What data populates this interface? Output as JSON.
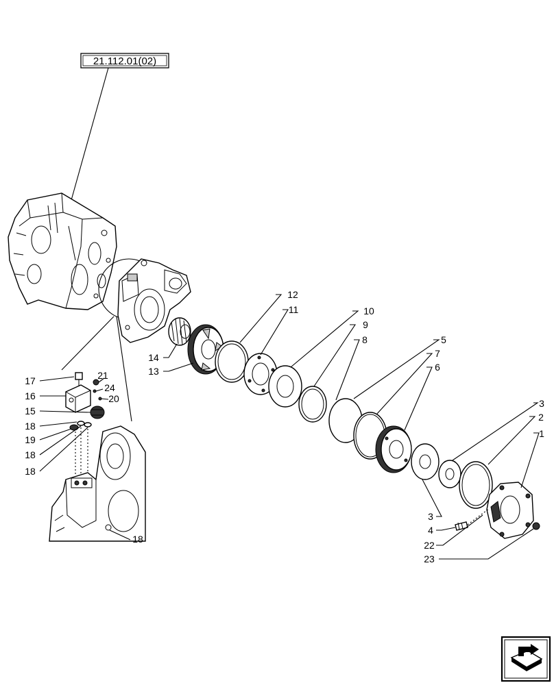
{
  "reference_label": "21.112.01(02)",
  "callouts": [
    {
      "id": "c1",
      "text": "1"
    },
    {
      "id": "c2",
      "text": "2"
    },
    {
      "id": "c3a",
      "text": "3"
    },
    {
      "id": "c3b",
      "text": "3"
    },
    {
      "id": "c4",
      "text": "4"
    },
    {
      "id": "c5",
      "text": "5"
    },
    {
      "id": "c6",
      "text": "6"
    },
    {
      "id": "c7",
      "text": "7"
    },
    {
      "id": "c8",
      "text": "8"
    },
    {
      "id": "c9",
      "text": "9"
    },
    {
      "id": "c10",
      "text": "10"
    },
    {
      "id": "c11",
      "text": "11"
    },
    {
      "id": "c12",
      "text": "12"
    },
    {
      "id": "c13",
      "text": "13"
    },
    {
      "id": "c14",
      "text": "14"
    },
    {
      "id": "c15",
      "text": "15"
    },
    {
      "id": "c16",
      "text": "16"
    },
    {
      "id": "c17",
      "text": "17"
    },
    {
      "id": "c18a",
      "text": "18"
    },
    {
      "id": "c18b",
      "text": "18"
    },
    {
      "id": "c18c",
      "text": "18"
    },
    {
      "id": "c18d",
      "text": "18"
    },
    {
      "id": "c19",
      "text": "19"
    },
    {
      "id": "c20",
      "text": "20"
    },
    {
      "id": "c21",
      "text": "21"
    },
    {
      "id": "c22",
      "text": "22"
    },
    {
      "id": "c23",
      "text": "23"
    },
    {
      "id": "c24",
      "text": "24"
    }
  ],
  "nav_icon": "next-page-arrow-icon"
}
